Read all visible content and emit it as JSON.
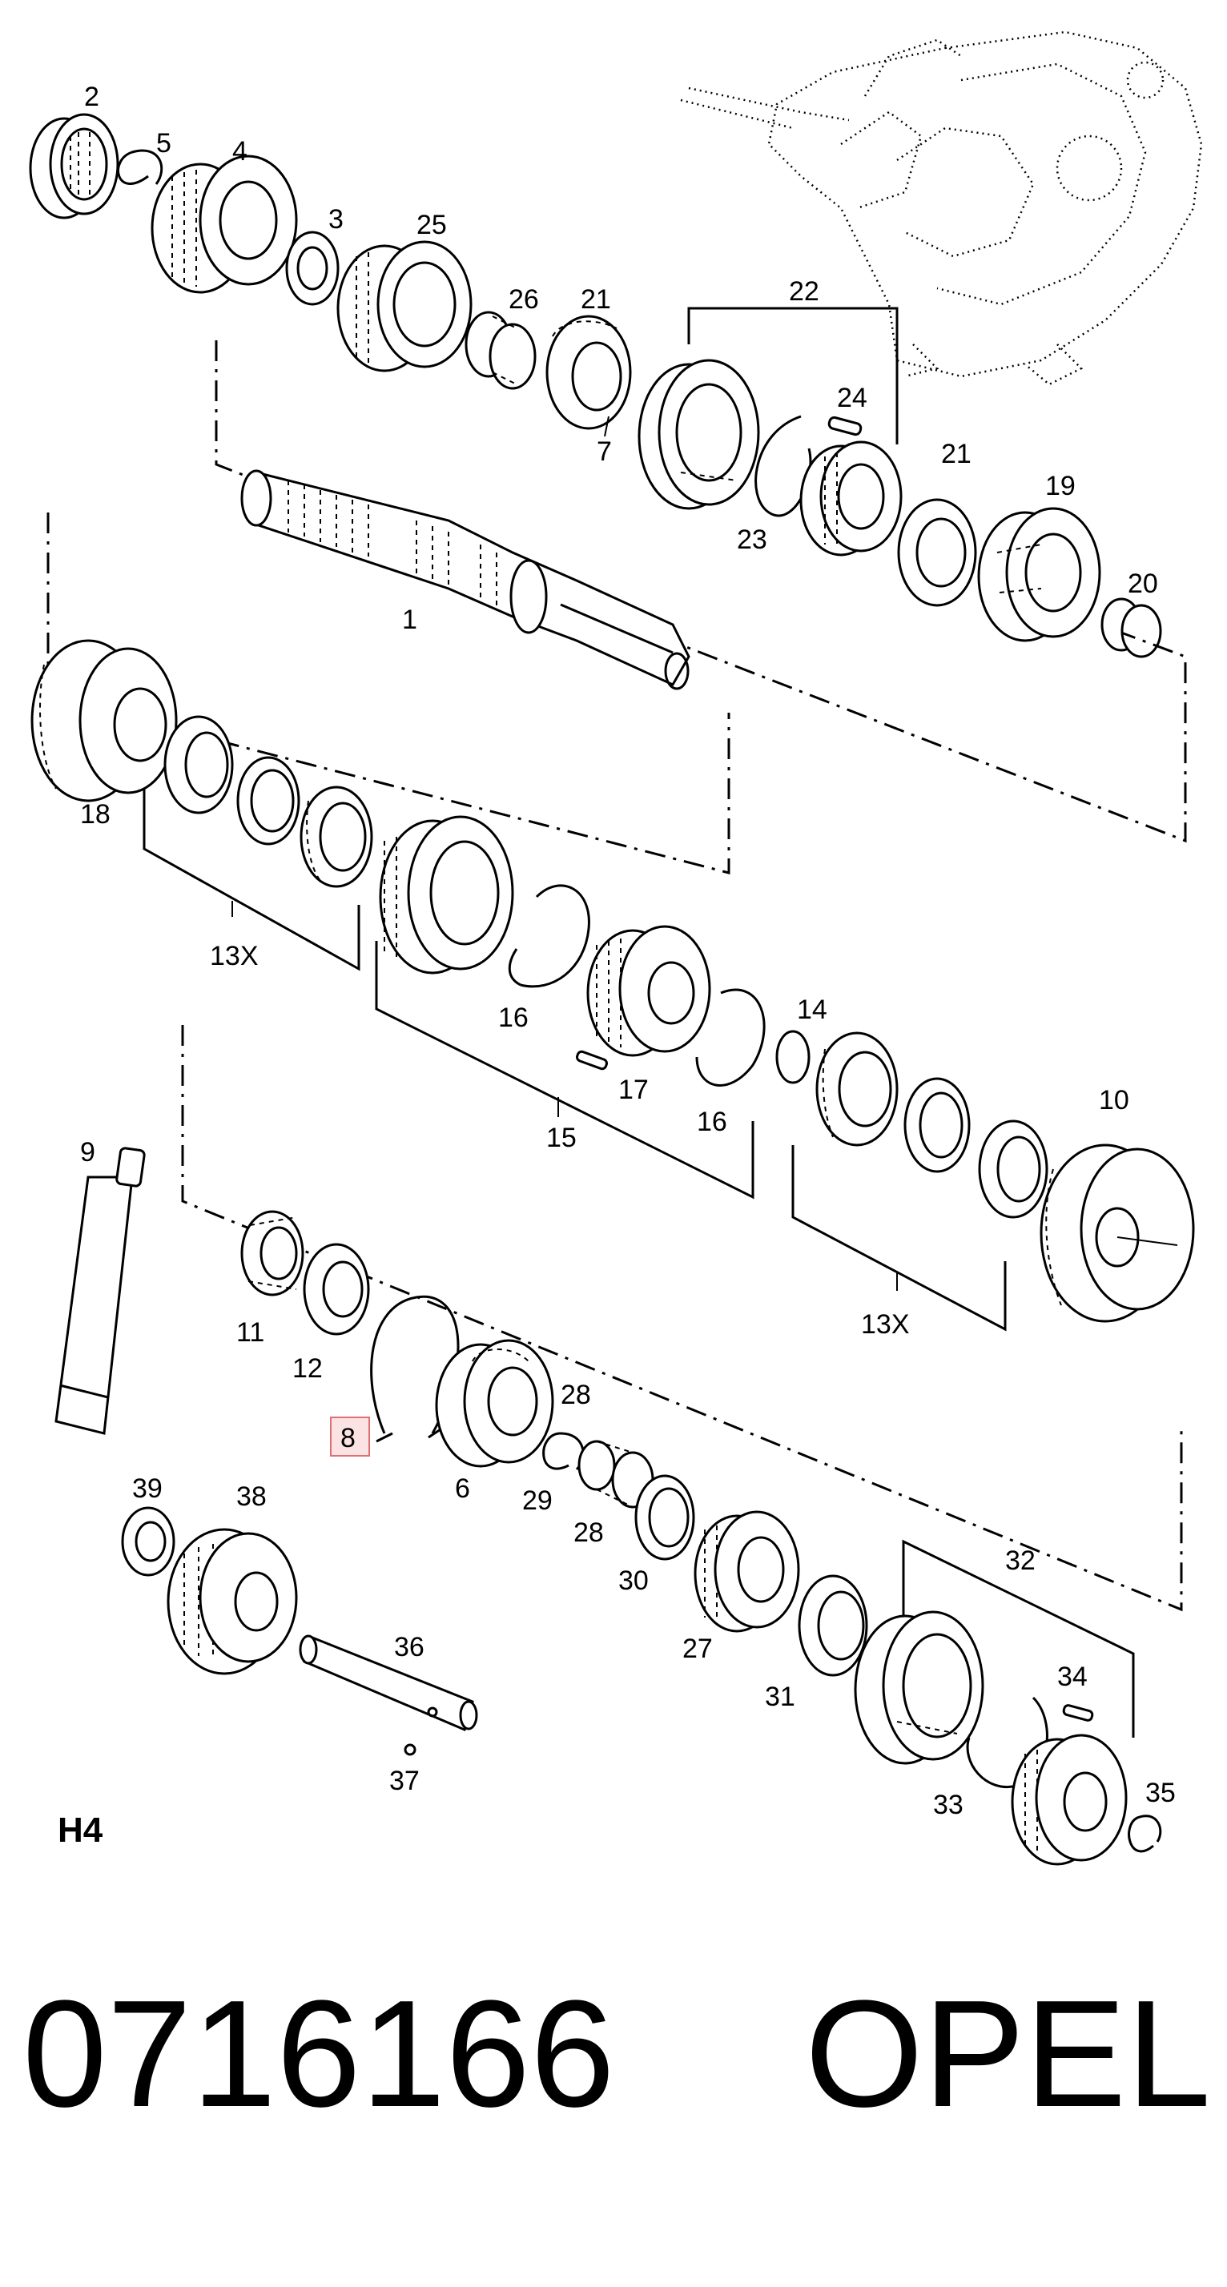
{
  "diagram": {
    "section_code": "H4",
    "highlighted_callout": "8",
    "callouts": {
      "c1": "1",
      "c2": "2",
      "c3": "3",
      "c4": "4",
      "c5": "5",
      "c6": "6",
      "c7": "7",
      "c8": "8",
      "c9": "9",
      "c10": "10",
      "c11": "11",
      "c12": "12",
      "c13a": "13X",
      "c13b": "13X",
      "c14": "14",
      "c15": "15",
      "c16a": "16",
      "c16b": "16",
      "c17": "17",
      "c18": "18",
      "c19": "19",
      "c20": "20",
      "c21a": "21",
      "c21b": "21",
      "c22": "22",
      "c23": "23",
      "c24": "24",
      "c25": "25",
      "c26": "26",
      "c27": "27",
      "c28a": "28",
      "c28b": "28",
      "c29": "29",
      "c30": "30",
      "c31": "31",
      "c32": "32",
      "c33": "33",
      "c34": "34",
      "c35": "35",
      "c36": "36",
      "c37": "37",
      "c38": "38",
      "c39": "39"
    }
  },
  "footer": {
    "part_number": "0716166",
    "brand": "OPEL"
  },
  "colors": {
    "highlight_fill": "#fbe3e3",
    "highlight_stroke": "#e07070",
    "line": "#000000",
    "background": "#ffffff"
  }
}
